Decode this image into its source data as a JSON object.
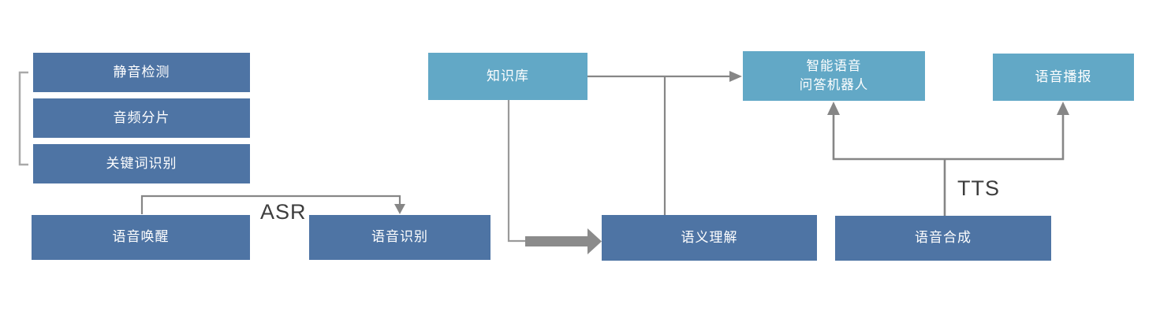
{
  "diagram": {
    "type": "flowchart",
    "nodes": [
      {
        "id": "silence-detection",
        "label": "静音检测",
        "style": "dark"
      },
      {
        "id": "audio-slicing",
        "label": "音频分片",
        "style": "dark"
      },
      {
        "id": "keyword-recognition",
        "label": "关键词识别",
        "style": "dark"
      },
      {
        "id": "voice-wakeup",
        "label": "语音唤醒",
        "style": "dark"
      },
      {
        "id": "speech-recognition",
        "label": "语音识别",
        "style": "dark"
      },
      {
        "id": "knowledge-base",
        "label": "知识库",
        "style": "light"
      },
      {
        "id": "semantic-understanding",
        "label": "语义理解",
        "style": "dark"
      },
      {
        "id": "intelligent-qa-robot",
        "label": "智能语音\n问答机器人",
        "style": "light"
      },
      {
        "id": "speech-synthesis",
        "label": "语音合成",
        "style": "dark"
      },
      {
        "id": "voice-broadcast",
        "label": "语音播报",
        "style": "light"
      }
    ],
    "edge_labels": {
      "asr": "ASR",
      "tts": "TTS"
    },
    "colors": {
      "dark_box": "#4e74a4",
      "light_box": "#62a8c6",
      "connector": "#868686",
      "thick_arrow": "#8b8b8b",
      "bracket": "#a9a9a9",
      "edge_label_text": "#3d3d3d",
      "box_text": "#ffffff",
      "background": "#ffffff"
    }
  }
}
